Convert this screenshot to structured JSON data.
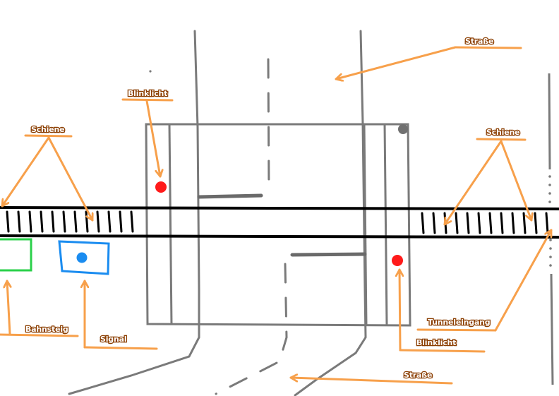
{
  "labels": {
    "road_top": "Straße",
    "flash_light_left": "Blinklicht",
    "rail_left": "Schiene",
    "rail_right": "Schiene",
    "platform": "Bahnsteig",
    "signal": "Signal",
    "tunnel_entrance": "Tunneleingang",
    "flash_light_right": "Blinklicht",
    "road_bottom": "Straße"
  },
  "colors": {
    "annotation": "#f7a04b",
    "annotation_text_outline": "#8a3d00",
    "road": "#7a7a7a",
    "track": "#000000",
    "flash_light": "#ff1a1a",
    "signal": "#1a8cf0",
    "platform": "#2ad04a",
    "background": "#ffffff"
  }
}
